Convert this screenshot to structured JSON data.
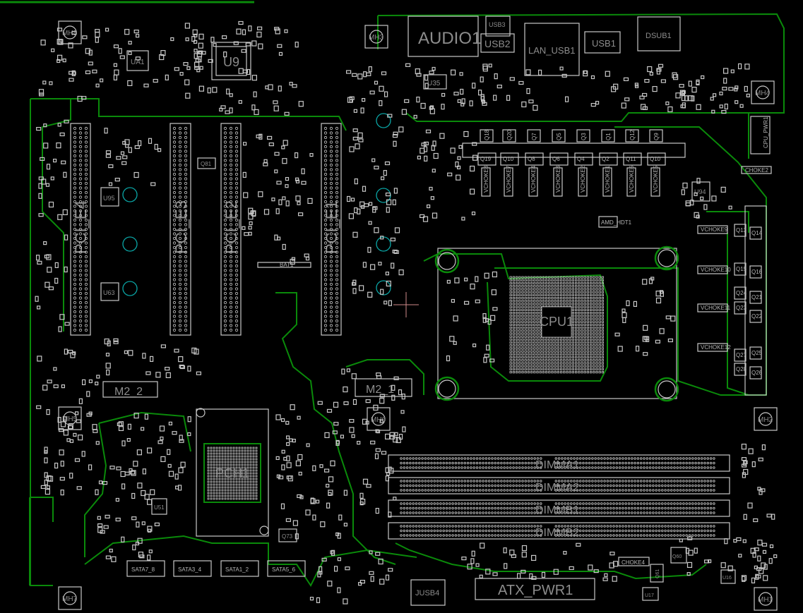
{
  "colors": {
    "background": "#000000",
    "silkscreen": "#c8c8c8",
    "copper": "#0a8a0a",
    "via": "#0aa6a6",
    "cursor": "#d08a8a"
  },
  "connectors": {
    "audio": "AUDIO1",
    "usb3": "USB3",
    "usb2": "USB2",
    "lan_usb": "LAN_USB1",
    "usb1": "USB1",
    "dsub": "DSUB1",
    "cpu_pwr": "CPU_PWR1",
    "atx_pwr": "ATX_PWR1",
    "jusb": "JUSB4",
    "bat": "BAT1",
    "amd_hdt": "AMD_HDT1"
  },
  "slots": {
    "pcie4": "PCI_E4",
    "pcie3": "PCI_E3",
    "pcie2": "PCI_E2",
    "pcie1": "PCI_E1",
    "m2_2": "M2_2",
    "m2_1": "M2_1"
  },
  "dimms": [
    "DIMMA1",
    "DIMMA2",
    "DIMMB1",
    "DIMMB2"
  ],
  "sata": [
    "SATA7_8",
    "SATA3_4",
    "SATA1_2",
    "SATA5_6"
  ],
  "chips": {
    "u9": "U9",
    "ua1": "UA1",
    "u95": "U95",
    "u63": "U63",
    "u94": "U94",
    "u51": "U51",
    "u35": "U35",
    "cpu": "CPU1",
    "pch": "PCH1",
    "q81": "Q81",
    "q73": "Q73",
    "q60": "Q60",
    "q61": "Q61",
    "u16": "U16",
    "u17": "U17"
  },
  "mounting_holes": [
    "MH8",
    "MH3",
    "MH4",
    "MH5",
    "MH6",
    "MH2",
    "MH7",
    "MH1"
  ],
  "vrm": {
    "mosfets_top": [
      "Q18",
      "Q20",
      "Q7",
      "Q5",
      "Q3",
      "Q1",
      "Q12",
      "Q9"
    ],
    "mosfets_bottom": [
      "Q19",
      "Q10",
      "Q8",
      "Q6",
      "Q4",
      "Q2",
      "Q11",
      "Q10"
    ],
    "chokes": [
      "VCHOKE8",
      "VCHOKE7",
      "VCHOKE4",
      "VCHOKE3",
      "VCHOKE2",
      "VCHOKE1",
      "VCHOKE6",
      "VCHOKE5"
    ],
    "right_chokes": [
      "VCHOKE9",
      "VCHOKE10",
      "VCHOKE11",
      "VCHOKE12"
    ],
    "right_mosfets": [
      "Q13",
      "Q14",
      "Q15",
      "Q16",
      "Q24",
      "Q21",
      "Q23",
      "Q22",
      "Q27",
      "Q25",
      "Q28",
      "Q26"
    ],
    "misc_choke": "CHOKE4",
    "choke_top": "CHOKE2"
  }
}
